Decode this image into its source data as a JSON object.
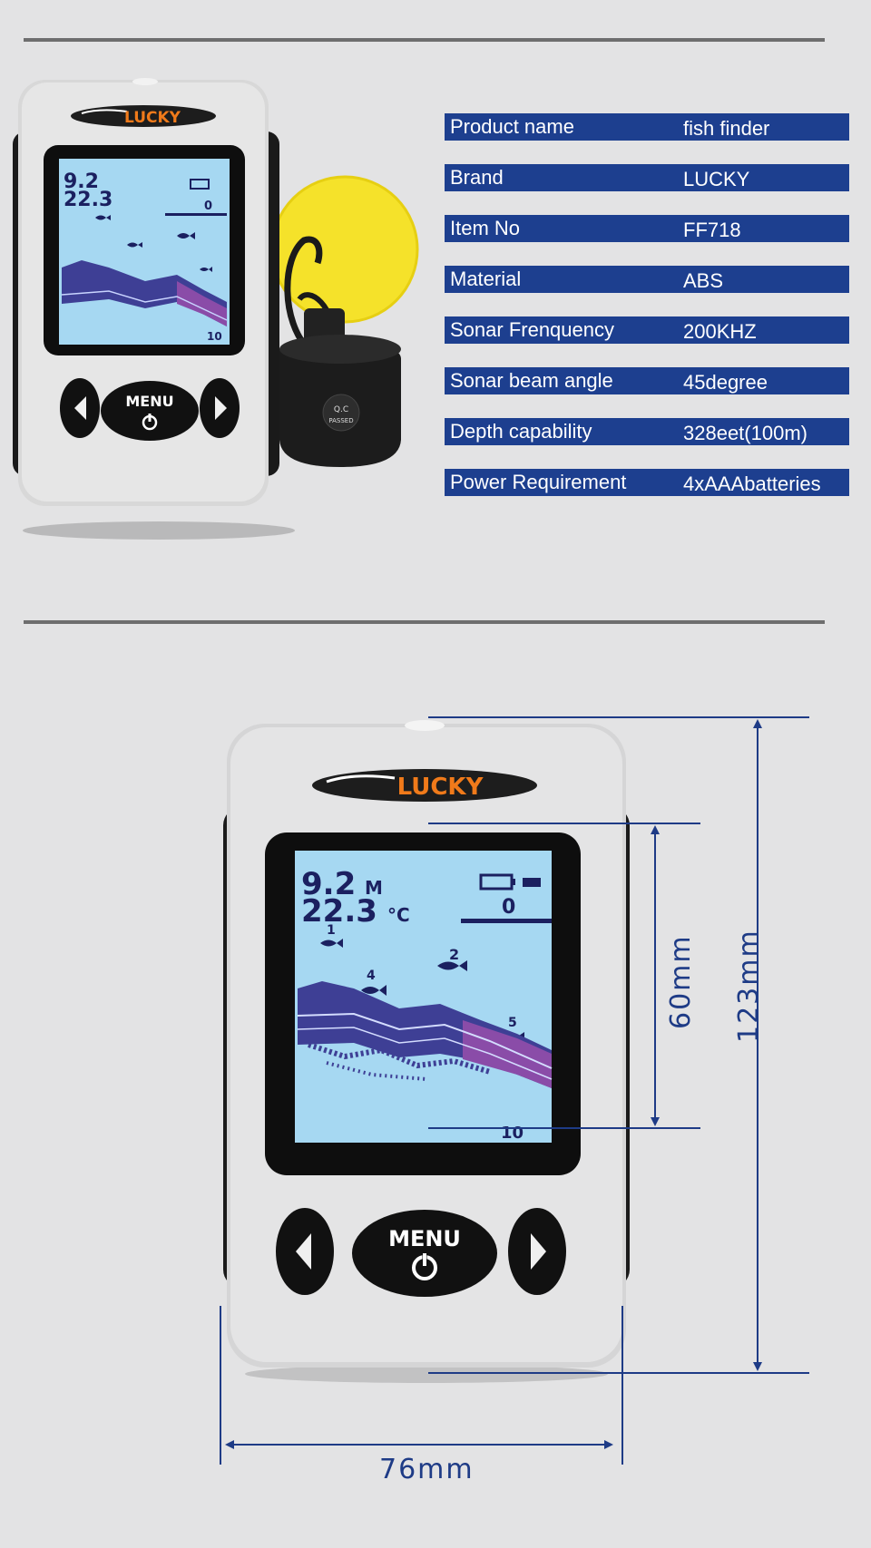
{
  "specs": [
    {
      "label": "Product name",
      "value": "fish finder"
    },
    {
      "label": "Brand",
      "value": "LUCKY"
    },
    {
      "label": "Item No",
      "value": "FF718"
    },
    {
      "label": "Material",
      "value": "ABS"
    },
    {
      "label": "Sonar Frenquency",
      "value": "200KHZ"
    },
    {
      "label": "Sonar beam angle",
      "value": "45degree"
    },
    {
      "label": "Depth capability",
      "value": "328eet(100m)"
    },
    {
      "label": "Power Requirement",
      "value": "4xAAAbatteries"
    }
  ],
  "device": {
    "brand": "LUCKY",
    "menu_label": "MENU",
    "depth": "9.2",
    "depth_unit": "M",
    "temperature": "22.3",
    "temp_unit": "°C",
    "range_top": "0",
    "range_bottom": "10",
    "fish_marks": [
      "1",
      "4",
      "2",
      "5"
    ],
    "qc_line1": "Q.C",
    "qc_line2": "PASSED"
  },
  "dimensions": {
    "height": "123mm",
    "screen_height": "60mm",
    "width": "76mm"
  },
  "colors": {
    "spec_bar": "#1d3f8f",
    "dimension_line": "#1e3b86",
    "brand_orange": "#f07a1a",
    "lcd_background": "#a6d8f2"
  }
}
